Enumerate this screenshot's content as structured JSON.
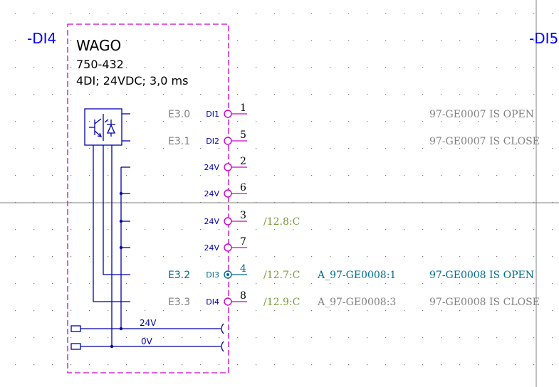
{
  "colors": {
    "component": "#cc00cc",
    "wire": "#0000aa",
    "grey": "#808080",
    "green": "#7a9a3a",
    "teal": "#006b8f",
    "crosshair": "#808080",
    "grid": "#7a7a7a",
    "text": "#000000",
    "title": "#0000ff"
  },
  "devices": {
    "left_tag": "-DI4",
    "right_tag": "-DI5"
  },
  "module": {
    "manufacturer": "WAGO",
    "part_number": "750-432",
    "description": "4DI; 24VDC; 3,0 ms"
  },
  "terminals": [
    {
      "pin": "1",
      "label": "DI1",
      "address": "E3.0",
      "crossref": "",
      "tag": "",
      "function": "97-GE0007 IS OPEN",
      "highlight": false
    },
    {
      "pin": "5",
      "label": "DI2",
      "address": "E3.1",
      "crossref": "",
      "tag": "",
      "function": "97-GE0007 IS CLOSE",
      "highlight": false
    },
    {
      "pin": "2",
      "label": "24V",
      "address": "",
      "crossref": "",
      "tag": "",
      "function": "",
      "highlight": false
    },
    {
      "pin": "6",
      "label": "24V",
      "address": "",
      "crossref": "",
      "tag": "",
      "function": "",
      "highlight": false
    },
    {
      "pin": "3",
      "label": "24V",
      "address": "",
      "crossref": "/12.8:C",
      "tag": "",
      "function": "",
      "highlight": false
    },
    {
      "pin": "7",
      "label": "24V",
      "address": "",
      "crossref": "",
      "tag": "",
      "function": "",
      "highlight": false
    },
    {
      "pin": "4",
      "label": "DI3",
      "address": "E3.2",
      "crossref": "/12.7:C",
      "tag": "A_97-GE0008:1",
      "function": "97-GE0008 IS OPEN",
      "highlight": true
    },
    {
      "pin": "8",
      "label": "DI4",
      "address": "E3.3",
      "crossref": "/12.9:C",
      "tag": "A_97-GE0008:3",
      "function": "97-GE0008 IS CLOSE",
      "highlight": false
    }
  ],
  "bus": [
    {
      "label": "24V"
    },
    {
      "label": "0V"
    }
  ],
  "icons": [
    "optocoupler-icon",
    "terminal-connector-icon",
    "bus-connector-icon"
  ]
}
